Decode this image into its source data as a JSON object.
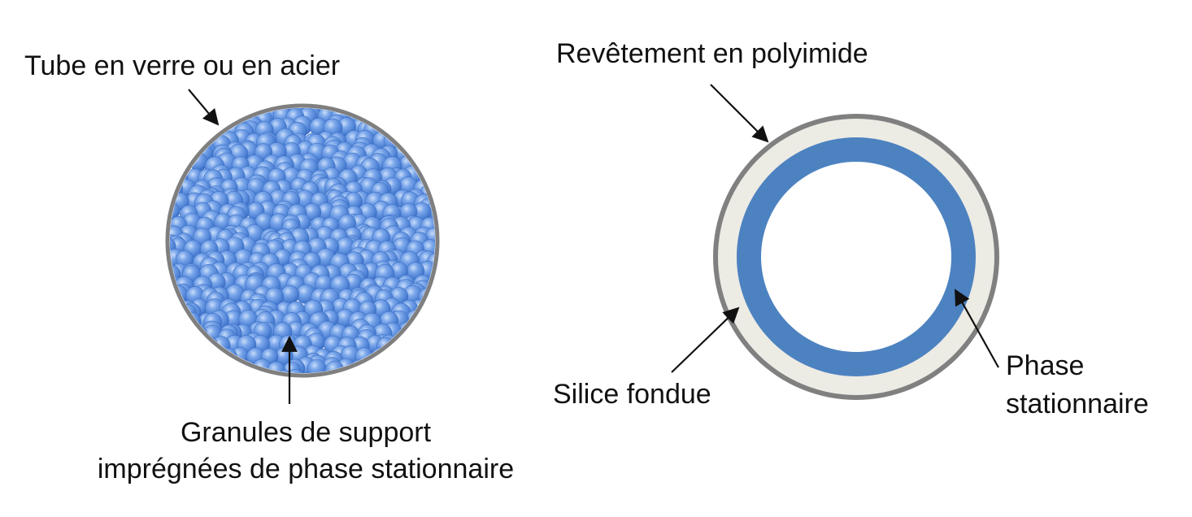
{
  "packed_column": {
    "tube_label": "Tube en verre ou en acier",
    "granules_label_line1": "Granules de support",
    "granules_label_line2": "imprégnées de phase stationnaire",
    "colors": {
      "tube_wall": "#7f7f7f",
      "granule_fill": "#5b8fe0",
      "granule_light": "#a9c8f5",
      "granule_dark": "#3a6bbf"
    }
  },
  "capillary_column": {
    "coating_label": "Revêtement en polyimide",
    "silica_label": "Silice fondue",
    "phase_label_line1": "Phase",
    "phase_label_line2": "stationnaire",
    "colors": {
      "polyimide": "#808080",
      "silica": "#ecebe4",
      "stationary_phase": "#4d82c0",
      "bore": "#ffffff"
    }
  }
}
